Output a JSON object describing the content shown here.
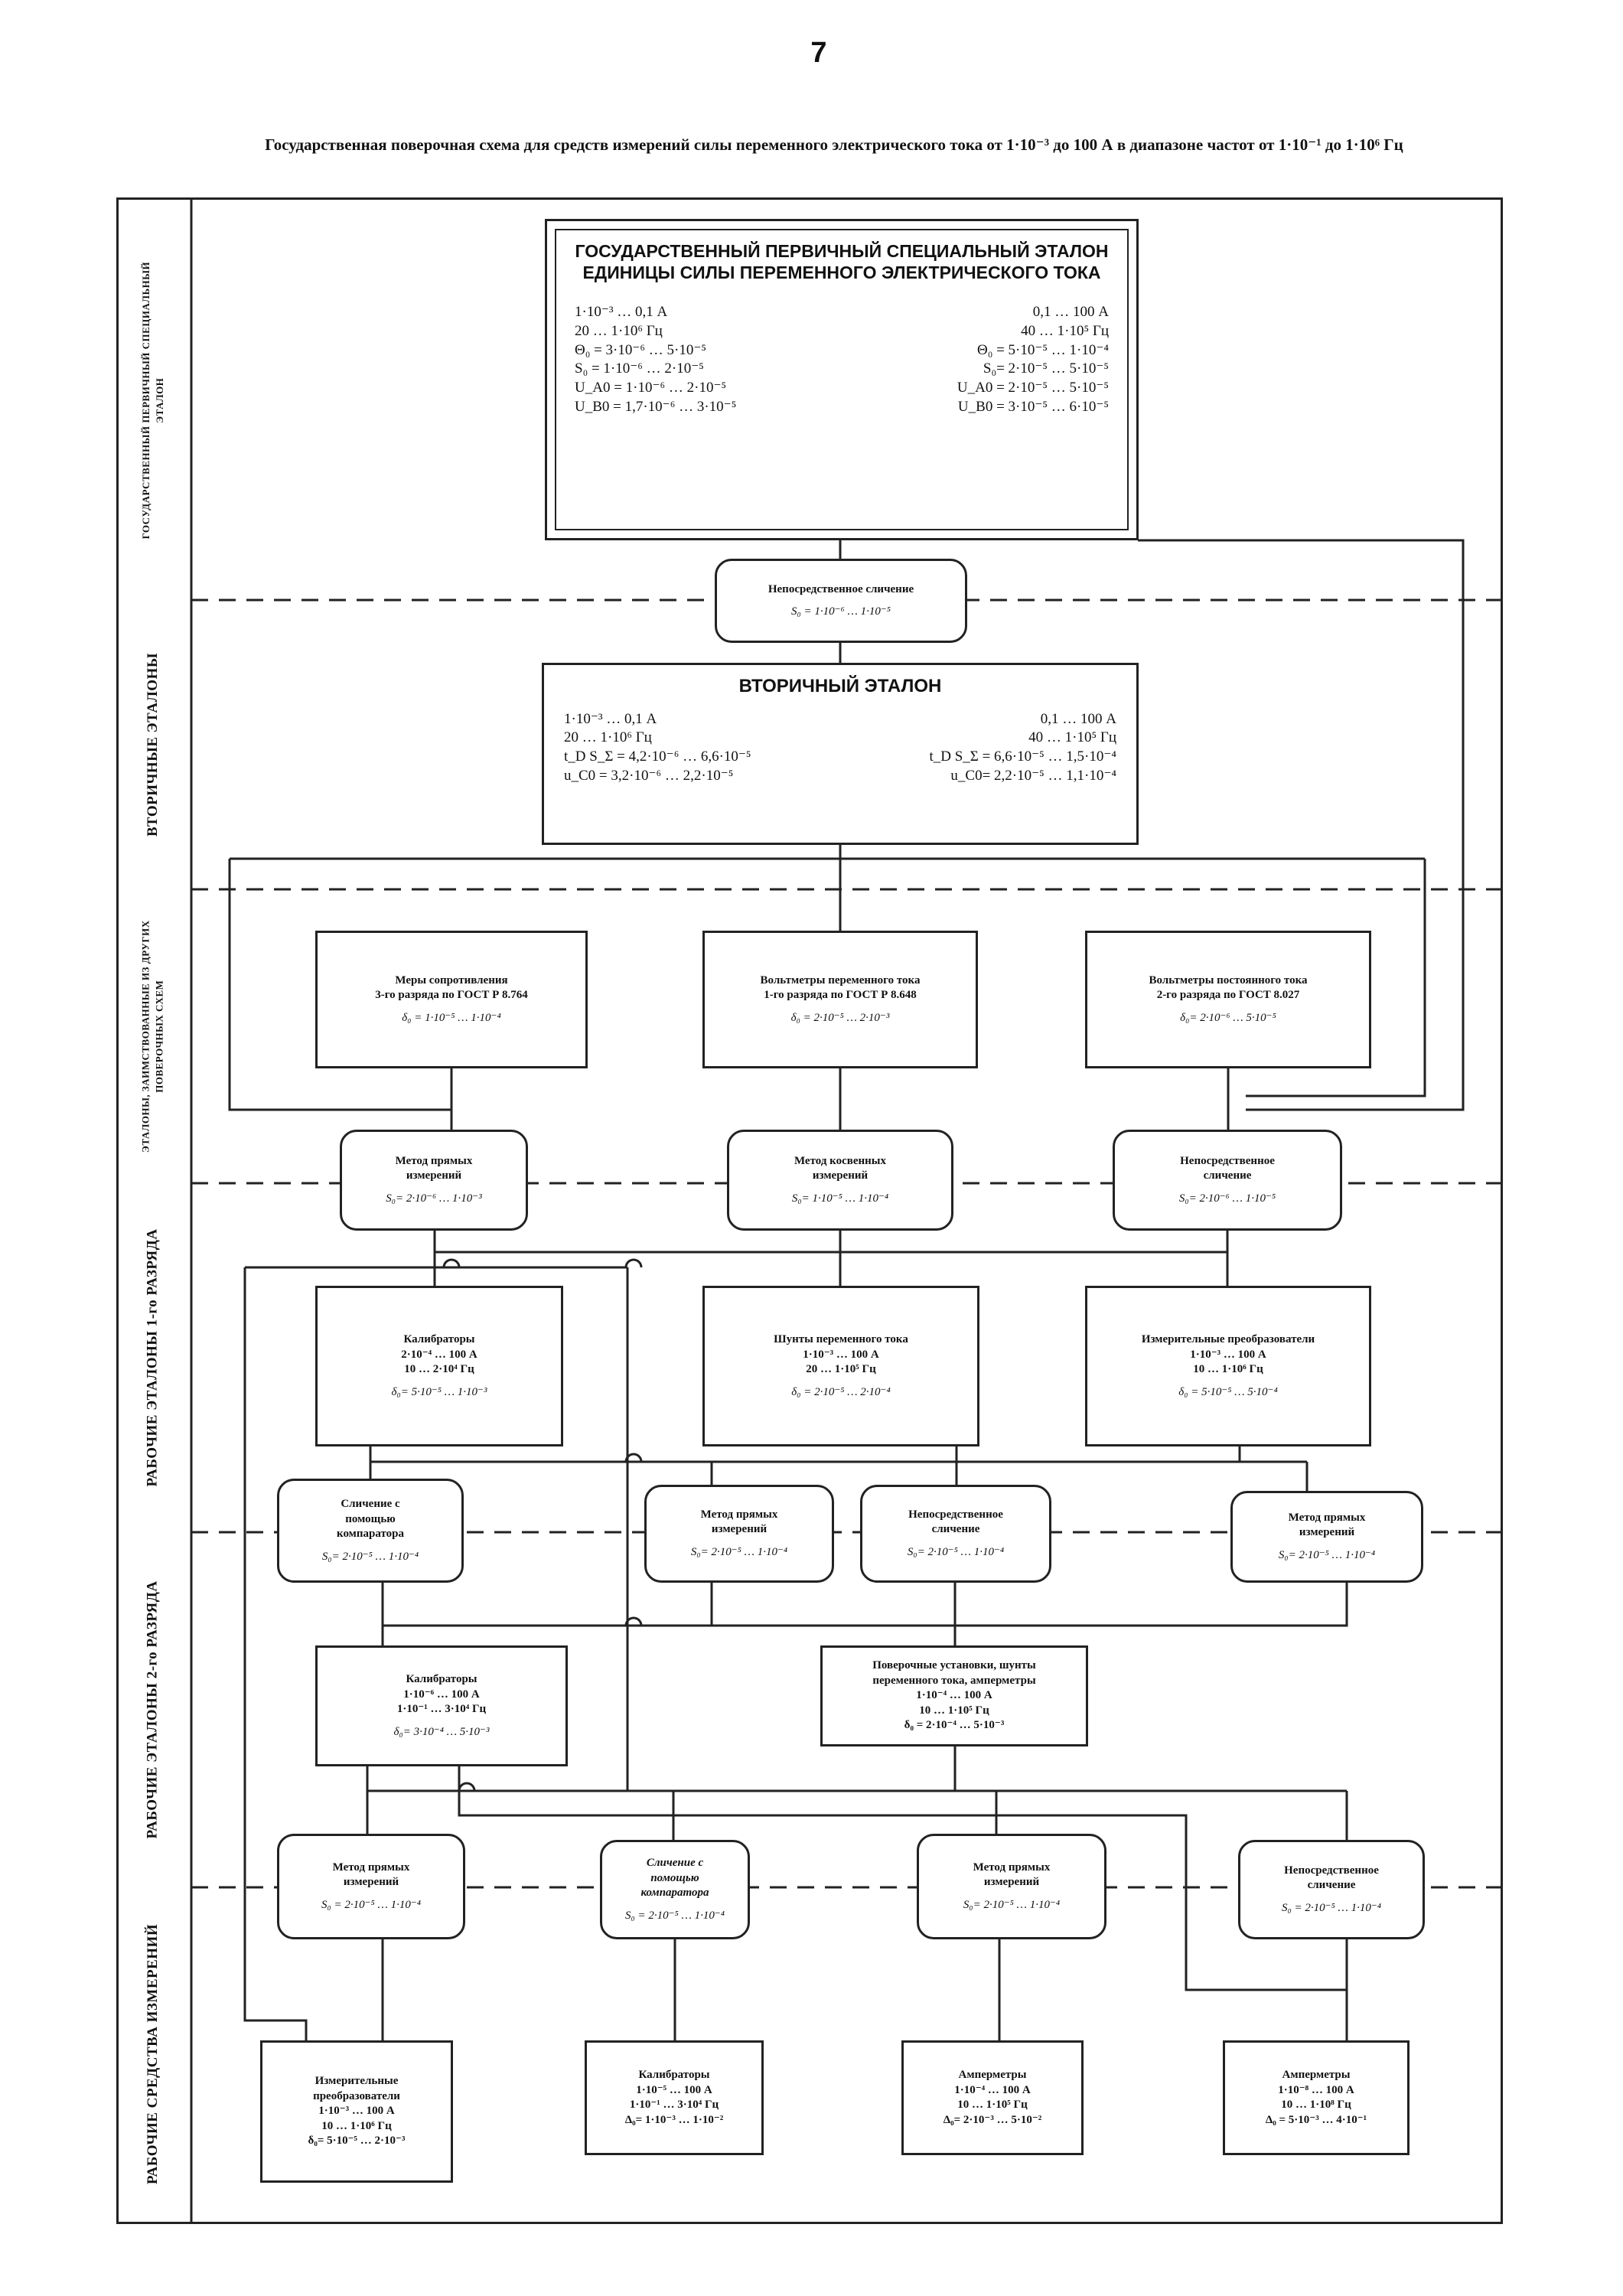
{
  "page_number": "7",
  "title": "Государственная поверочная схема для средств измерений силы переменного электрического тока от 1·10⁻³ до 100 А в диапазоне частот от 1·10⁻¹ до 1·10⁶ Гц",
  "row_labels": [
    "ГОСУДАРСТВЕННЫЙ ПЕРВИЧНЫЙ СПЕЦИАЛЬНЫЙ",
    "ЭТАЛОН",
    "ВТОРИЧНЫЕ ЭТАЛОНЫ",
    "ЭТАЛОНЫ, ЗАИМСТВОВАННЫЕ ИЗ ДРУГИХ",
    "ПОВЕРОЧНЫХ СХЕМ",
    "РАБОЧИЕ ЭТАЛОНЫ 1-го РАЗРЯДА",
    "РАБОЧИЕ ЭТАЛОНЫ 2-го РАЗРЯДА",
    "РАБОЧИЕ СРЕДСТВА ИЗМЕРЕНИЙ"
  ],
  "primary": {
    "title_1": "ГОСУДАРСТВЕННЫЙ ПЕРВИЧНЫЙ СПЕЦИАЛЬНЫЙ ЭТАЛОН",
    "title_2": "ЕДИНИЦЫ СИЛЫ ПЕРЕМЕННОГО ЭЛЕКТРИЧЕСКОГО ТОКА",
    "left": [
      "1·10⁻³ … 0,1 А",
      "20 … 1·10⁶ Гц",
      "Θ₀ = 3·10⁻⁶ … 5·10⁻⁵",
      "S₀ = 1·10⁻⁶ … 2·10⁻⁵",
      "U_A0 = 1·10⁻⁶ … 2·10⁻⁵",
      "U_B0 = 1,7·10⁻⁶ … 3·10⁻⁵"
    ],
    "right": [
      "0,1 … 100 А",
      "40 … 1·10⁵ Гц",
      "Θ₀ = 5·10⁻⁵ … 1·10⁻⁴",
      "S₀= 2·10⁻⁵ … 5·10⁻⁵",
      "U_A0 = 2·10⁻⁵ … 5·10⁻⁵",
      "U_B0 = 3·10⁻⁵ … 6·10⁻⁵"
    ]
  },
  "m_primary": {
    "title": "Непосредственное сличение",
    "value": "S₀ = 1·10⁻⁶ … 1·10⁻⁵"
  },
  "secondary": {
    "title": "ВТОРИЧНЫЙ ЭТАЛОН",
    "left": [
      "1·10⁻³ … 0,1 А",
      "20 … 1·10⁶ Гц",
      "t_D S_Σ = 4,2·10⁻⁶ … 6,6·10⁻⁵",
      "u_C0 = 3,2·10⁻⁶ … 2,2·10⁻⁵"
    ],
    "right": [
      "0,1 … 100 А",
      "40 … 1·10⁵ Гц",
      "t_D S_Σ = 6,6·10⁻⁵ … 1,5·10⁻⁴",
      "u_C0= 2,2·10⁻⁵ … 1,1·10⁻⁴"
    ]
  },
  "borrowed": [
    {
      "title": "Меры сопротивления\n3-го разряда по ГОСТ Р 8.764",
      "value": "δ₀ = 1·10⁻⁵ … 1·10⁻⁴"
    },
    {
      "title": "Вольтметры переменного тока\n1-го разряда по ГОСТ Р 8.648",
      "value": "δ₀ = 2·10⁻⁵ … 2·10⁻³"
    },
    {
      "title": "Вольтметры постоянного тока\n2-го разряда по ГОСТ 8.027",
      "value": "δ₀= 2·10⁻⁶ … 5·10⁻⁵"
    }
  ],
  "methods_1": [
    {
      "title": "Метод прямых\nизмерений",
      "value": "S₀= 2·10⁻⁶ … 1·10⁻³"
    },
    {
      "title": "Метод косвенных\nизмерений",
      "value": "S₀= 1·10⁻⁵ … 1·10⁻⁴"
    },
    {
      "title": "Непосредственное\nсличение",
      "value": "S₀= 2·10⁻⁶ … 1·10⁻⁵"
    }
  ],
  "rank1": [
    {
      "title": "Калибраторы\n2·10⁻⁴ … 100 А\n10 … 2·10⁴ Гц",
      "value": "δ₀= 5·10⁻⁵ … 1·10⁻³"
    },
    {
      "title": "Шунты переменного тока\n1·10⁻³ … 100 А\n20 … 1·10⁵ Гц",
      "value": "δ₀ = 2·10⁻⁵ … 2·10⁻⁴"
    },
    {
      "title": "Измерительные преобразователи\n1·10⁻³ … 100 А\n10 … 1·10⁶ Гц",
      "value": "δ₀ = 5·10⁻⁵ … 5·10⁻⁴"
    }
  ],
  "methods_2": [
    {
      "title": "Сличение с\nпомощью\nкомпаратора",
      "value": "S₀= 2·10⁻⁵ … 1·10⁻⁴"
    },
    {
      "title": "Метод прямых\nизмерений",
      "value": "S₀= 2·10⁻⁵ … 1·10⁻⁴"
    },
    {
      "title": "Непосредственное\nсличение",
      "value": "S₀= 2·10⁻⁵ … 1·10⁻⁴"
    },
    {
      "title": "Метод прямых\nизмерений",
      "value": "S₀= 2·10⁻⁵ … 1·10⁻⁴"
    }
  ],
  "rank2": [
    {
      "title": "Калибраторы\n1·10⁻⁶ … 100 А\n1·10⁻¹ … 3·10⁴ Гц",
      "value": "δ₀= 3·10⁻⁴ … 5·10⁻³"
    },
    {
      "title": "Поверочные установки, шунты\nпеременного тока, амперметры\n1·10⁻⁴ … 100 А\n10 … 1·10⁵ Гц\nδ₀ = 2·10⁻⁴ … 5·10⁻³",
      "value": ""
    }
  ],
  "methods_3": [
    {
      "title": "Метод прямых\nизмерений",
      "value": "S₀ = 2·10⁻⁵ … 1·10⁻⁴"
    },
    {
      "title": "Сличение с\nпомощью\nкомпаратора",
      "value": "S₀ = 2·10⁻⁵ … 1·10⁻⁴"
    },
    {
      "title": "Метод прямых\nизмерений",
      "value": "S₀= 2·10⁻⁵ … 1·10⁻⁴"
    },
    {
      "title": "Непосредственное\nсличение",
      "value": "S₀ = 2·10⁻⁵ … 1·10⁻⁴"
    }
  ],
  "working": [
    {
      "title": "Измерительные\nпреобразователи\n1·10⁻³ … 100 А\n10 … 1·10⁶ Гц\nδ₀= 5·10⁻⁵ … 2·10⁻³"
    },
    {
      "title": "Калибраторы\n1·10⁻⁵ … 100 А\n1·10⁻¹ … 3·10⁴ Гц\nΔ₀= 1·10⁻³ … 1·10⁻²"
    },
    {
      "title": "Амперметры\n1·10⁻⁴ … 100 А\n10 … 1·10⁵ Гц\nΔ₀= 2·10⁻³ … 5·10⁻²"
    },
    {
      "title": "Амперметры\n1·10⁻⁸ … 100 А\n10 … 1·10⁸ Гц\nΔ₀ = 5·10⁻³ … 4·10⁻¹"
    }
  ]
}
